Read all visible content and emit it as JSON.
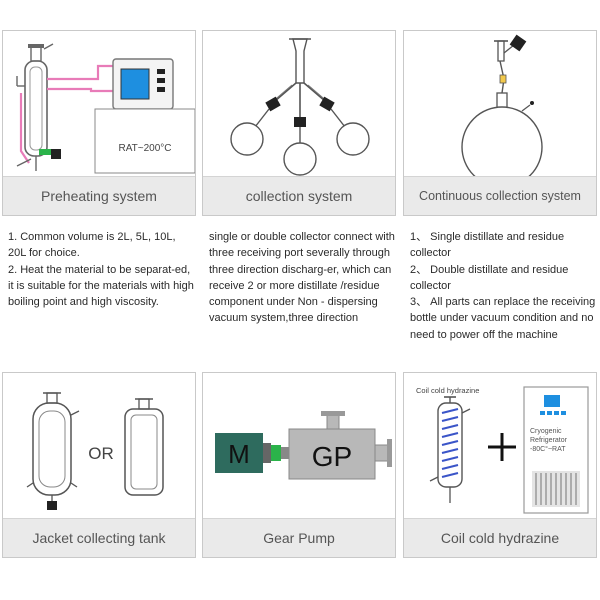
{
  "panels": [
    {
      "caption": "Preheating system",
      "display_label": "RAT~200°C",
      "description": "1. Common volume is 2L, 5L, 10L, 20L for choice.\n2. Heat the material to be separat-ed, it is suitable for the materials with high boiling point and high viscosity."
    },
    {
      "caption": "collection system",
      "description": "single or double collector connect with three receiving port severally through three direction discharg-er, which can receive 2 or more distillate /residue component under Non - dispersing vacuum system,three direction"
    },
    {
      "caption": "Continuous collection system",
      "description": "1、 Single distillate and residue collector\n2、 Double distillate and residue collector\n3、 All parts can replace the receiving bottle under vacuum condition and no need to power off the machine"
    },
    {
      "caption": "Jacket collecting tank",
      "or_label": "OR"
    },
    {
      "caption": "Gear Pump",
      "motor_label": "M",
      "pump_label": "GP"
    },
    {
      "caption": "Coil cold hydrazine",
      "coil_label": "Coil cold hydrazine",
      "refrigerator_label": "Cryogenic\nRefrigerator\n-80C°~RAT"
    }
  ],
  "colors": {
    "accent_pink": "#e87bb8",
    "screen_blue": "#1e8fe0",
    "clamp_green": "#2bb34a",
    "coil_blue": "#3a55c8",
    "motor_green": "#2e6b5e",
    "pump_gray": "#b8b8b8",
    "caption_bg": "#eaeaea"
  }
}
